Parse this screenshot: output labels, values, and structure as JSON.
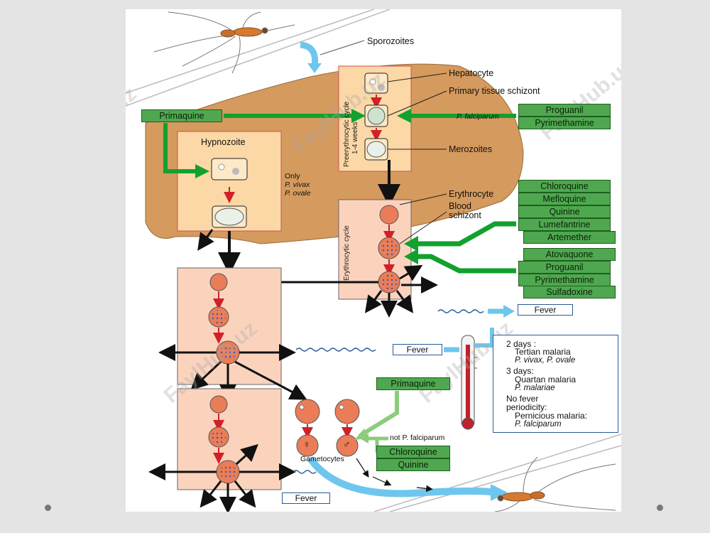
{
  "labels": {
    "sporozoites": "Sporozoites",
    "hepatocyte": "Hepatocyte",
    "primary_tissue_schizont": "Primary tissue schizont",
    "merozoites": "Merozoites",
    "hypnozoite": "Hypnozoite",
    "only_line1": "Only",
    "only_line2": "P. vivax",
    "only_line3": "P. ovale",
    "erythrocyte": "Erythrocyte",
    "blood_schizont_1": "Blood",
    "blood_schizont_2": "schizont",
    "gametocytes": "Gametocytes",
    "p_falciparum": "P. falciparum",
    "not_p_falciparum": "not P. falciparum",
    "pre_cycle_1": "Preerythrocytic cycle",
    "pre_cycle_2": "1-4 weeks",
    "ery_cycle": "Erythrocytic cycle",
    "female_symbol": "♀",
    "male_symbol": "♂"
  },
  "drugs": {
    "primaquine_liver": "Primaquine",
    "proguanil_1": "Proguanil",
    "pyrimethamine_1": "Pyrimethamine",
    "chloroquine_1": "Chloroquine",
    "mefloquine": "Mefloquine",
    "quinine_1": "Quinine",
    "lumefantrine": "Lumefantrine",
    "artemether": "Artemether",
    "atovaquone": "Atovaquone",
    "proguanil_2": "Proguanil",
    "pyrimethamine_2": "Pyrimethamine",
    "sulfadoxine": "Sulfadoxine",
    "primaquine_gam": "Primaquine",
    "chloroquine_2": "Chloroquine",
    "quinine_2": "Quinine"
  },
  "fever": {
    "fever_1": "Fever",
    "fever_2": "Fever",
    "fever_3": "Fever"
  },
  "periodicity": {
    "l1": "2 days :",
    "l2": "Tertian malaria",
    "l3": "P. vivax, P. ovale",
    "l4": "3 days:",
    "l5": "Quartan malaria",
    "l6": "P. malariae",
    "l7": "No fever",
    "l8": "periodicity:",
    "l9": "Pernicious malaria:",
    "l10": "P. falciparum"
  },
  "watermark": "FaylHub.uz",
  "colors": {
    "liver": "#d59a5e",
    "cycle_box": "#fbd8a6",
    "drug_green": "#4fa84f",
    "arrow_green": "#12a12d",
    "cell": "#ea7d57",
    "fever_blue": "#2b5a9a",
    "mosquito_path": "#6ec6ee"
  }
}
